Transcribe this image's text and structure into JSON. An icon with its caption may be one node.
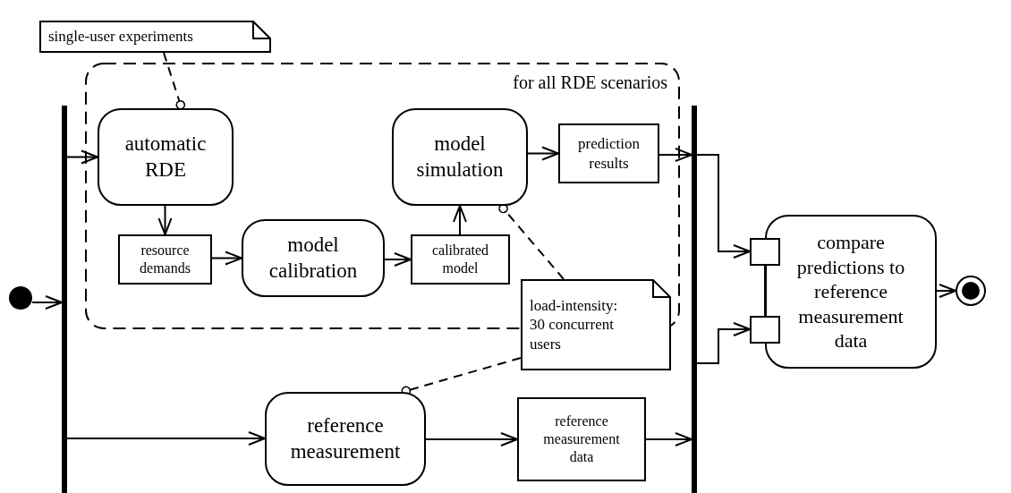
{
  "diagram": {
    "nodes": [
      {
        "text": [
          "single-user experiments"
        ]
      },
      {
        "text": [
          "for all RDE scenarios"
        ]
      },
      {
        "text": [],
        "shape": "bar"
      },
      {
        "text": [
          "automatic RDE"
        ],
        "in": 1
      },
      {
        "text": [
          "model simulation"
        ],
        "in": 1
      },
      {
        "text": [
          "prediction results"
        ],
        "in": 1
      },
      {
        "text": [
          "resource demands"
        ],
        "in": 1
      },
      {
        "text": [
          "model calibration"
        ],
        "in": 1
      },
      {
        "text": [
          "calibrated model"
        ],
        "in": 1
      },
      {
        "text": [
          "load-intensity: 30 concurrent users"
        ]
      },
      {
        "text": [],
        "shape": "circle"
      },
      {
        "text": [],
        "shape": "bar"
      },
      {
        "text": [
          "reference measurement"
        ]
      },
      {
        "text": [
          "reference measurement data"
        ]
      },
      {
        "text": [
          "compare predictions to reference measurement data"
        ]
      },
      {
        "text": [],
        "shape": "box"
      },
      {
        "text": [],
        "shape": "box"
      },
      {
        "text": [],
        "shape": "circle"
      }
    ],
    "edges": [
      {
        "from": 10,
        "to": 2,
        "arrow": "to"
      },
      {
        "from": 2,
        "to": 3,
        "arrow": "to"
      },
      {
        "from": 3,
        "to": 6,
        "arrow": "to"
      },
      {
        "from": 6,
        "to": 7,
        "arrow": "to"
      },
      {
        "from": 7,
        "to": 8,
        "arrow": "to"
      },
      {
        "from": 8,
        "to": 4,
        "arrow": "to"
      },
      {
        "from": 4,
        "to": 5,
        "arrow": "to"
      },
      {
        "from": 5,
        "to": 11,
        "arrow": "to"
      },
      {
        "from": 2,
        "to": 12,
        "arrow": "to"
      },
      {
        "from": 12,
        "to": 13,
        "arrow": "to"
      },
      {
        "from": 13,
        "to": 11,
        "arrow": "to"
      },
      {
        "from": 11,
        "to": 15,
        "arrow": "to"
      },
      {
        "from": 11,
        "to": 16,
        "arrow": "to"
      },
      {
        "from": 15,
        "to": 16,
        "arrow": "none"
      },
      {
        "from": 14,
        "to": 17,
        "arrow": "to"
      },
      {
        "from": 0,
        "to": 3,
        "arrow": "other",
        "style": "dashed"
      },
      {
        "from": 9,
        "to": 4,
        "arrow": "other",
        "style": "dashed"
      },
      {
        "from": 9,
        "to": 12,
        "arrow": "other",
        "style": "dashed"
      }
    ]
  }
}
